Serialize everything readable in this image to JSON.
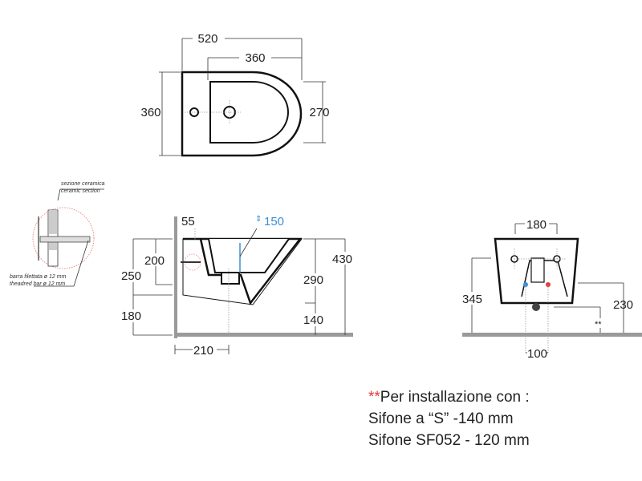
{
  "top_view": {
    "width_total": "520",
    "width_bowl": "360",
    "depth": "360",
    "bowl_depth": "270"
  },
  "detail": {
    "label_section_it": "sezione ceramica",
    "label_section_en": "ceramic section",
    "label_bar_it": "barra filettata ø 12 mm",
    "label_bar_en": "theadred bar ø 12 mm"
  },
  "side_view": {
    "d55": "55",
    "d150": "150",
    "d200": "200",
    "d250": "250",
    "d180": "180",
    "d430": "430",
    "d290": "290",
    "d140": "140",
    "d210": "210"
  },
  "front_view": {
    "d180": "180",
    "d345": "345",
    "d230": "230",
    "d100": "100",
    "asterisks": "**"
  },
  "note": {
    "marker": "**",
    "line1": "Per installazione con :",
    "line2": "Sifone a “S” -140 mm",
    "line3": "Sifone SF052 - 120 mm"
  },
  "colors": {
    "accent_blue": "#3a8fd6",
    "note_red": "#e43a3a",
    "wall_gray": "#9a9a9a"
  }
}
